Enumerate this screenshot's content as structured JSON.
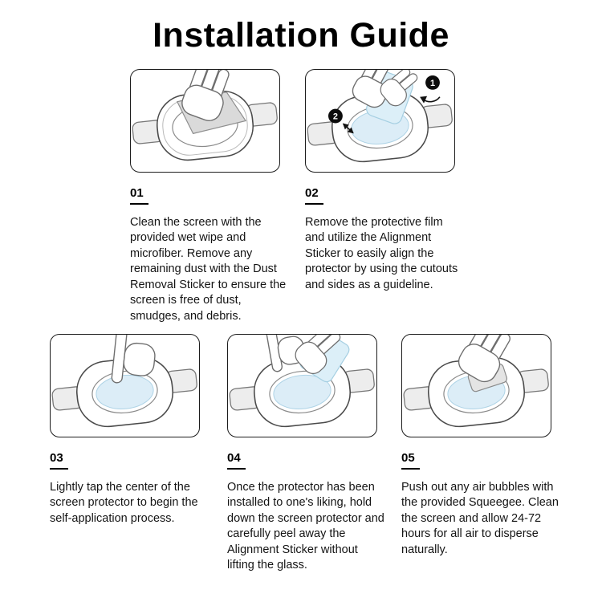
{
  "page": {
    "title": "Installation Guide"
  },
  "steps": [
    {
      "number": "01",
      "illustration": "hand-wiping-watch-with-cloth",
      "description": "Clean the screen with the provided wet wipe and microfiber. Remove any remaining dust with the Dust Removal Sticker to ensure the screen is free of dust, smudges, and debris."
    },
    {
      "number": "02",
      "illustration": "hands-aligning-protector-with-alignment-sticker",
      "badges": [
        "1",
        "2"
      ],
      "description": "Remove the protective film and utilize the Alignment Sticker to easily align the protector by using the cutouts and sides as a guideline."
    },
    {
      "number": "03",
      "illustration": "finger-tapping-screen-center",
      "description": "Lightly tap the center of the screen protector to begin the self-application process."
    },
    {
      "number": "04",
      "illustration": "hand-peeling-alignment-sticker",
      "description": "Once the protector has been installed to one's liking, hold down the screen protector and carefully peel away the Alignment Sticker without lifting the glass."
    },
    {
      "number": "05",
      "illustration": "hand-pushing-squeegee",
      "description": "Push out any air bubbles with the provided Squeegee. Clean the screen and allow 24-72 hours for all air to disperse naturally."
    }
  ]
}
